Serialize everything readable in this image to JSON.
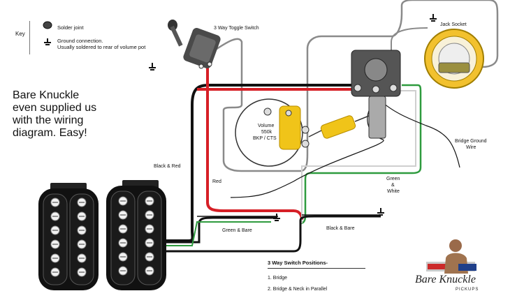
{
  "key": {
    "title": "Key",
    "solder_joint": "Solder joint",
    "ground_connection": "Ground connection.",
    "ground_note": "Usually soldered to rear of volume pot"
  },
  "headline": "Bare Knuckle even supplied us with the wiring diagram. Easy!",
  "labels": {
    "toggle_switch": "3 Way Toggle Switch",
    "jack_socket": "Jack Socket",
    "volume": "Volume",
    "volume_value": "550k",
    "volume_type": "BKP / CTS",
    "bridge_ground": "Bridge Ground",
    "bridge_ground_wire": "Wire",
    "black_red": "Black & Red",
    "red": "Red",
    "green": "Green",
    "amp": "&",
    "white": "White",
    "green_bare": "Green & Bare",
    "black_bare": "Black & Bare"
  },
  "switch_positions": {
    "title": "3 Way Switch Positions-",
    "items": [
      "1. Bridge",
      "2. Bridge & Neck in Parallel"
    ]
  },
  "logo": {
    "name": "Bare Knuckle",
    "sub": "PICKUPS"
  },
  "colors": {
    "red_wire": "#d61f26",
    "green_wire": "#2e9b3e",
    "black_wire": "#111111",
    "grey_wire": "#8a8a8a",
    "jack_gold": "#f2c12e",
    "cap_yellow": "#f0c419"
  }
}
